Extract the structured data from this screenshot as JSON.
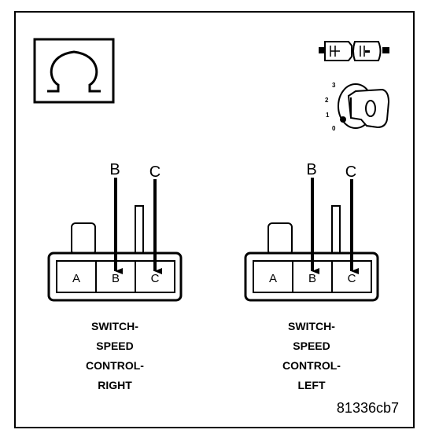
{
  "ohm_symbol": "Ω",
  "key_positions": [
    "3",
    "2",
    "1",
    "0"
  ],
  "connectors": [
    {
      "terminals": [
        "A",
        "B",
        "C"
      ],
      "probe_labels": [
        "B",
        "C"
      ],
      "caption_lines": [
        "SWITCH-",
        "SPEED",
        "CONTROL-",
        "RIGHT"
      ]
    },
    {
      "terminals": [
        "A",
        "B",
        "C"
      ],
      "probe_labels": [
        "B",
        "C"
      ],
      "caption_lines": [
        "SWITCH-",
        "SPEED",
        "CONTROL-",
        "LEFT"
      ]
    }
  ],
  "figure_id": "81336cb7",
  "colors": {
    "ink": "#000000",
    "paper": "#ffffff"
  }
}
